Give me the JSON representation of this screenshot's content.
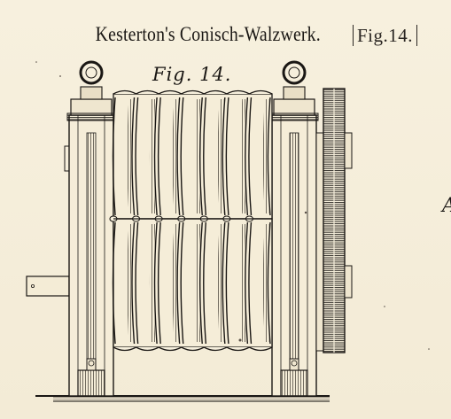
{
  "caption": {
    "title": "Kesterton's Conisch-Walzwerk.",
    "figure_ref": "Fig.14."
  },
  "figure_label": "Fig. 14.",
  "margin_letter": "A",
  "palette": {
    "paper": "#f6efdc",
    "ink": "#1a1714",
    "shade": "#3a342d"
  },
  "roll_grooves": 7
}
